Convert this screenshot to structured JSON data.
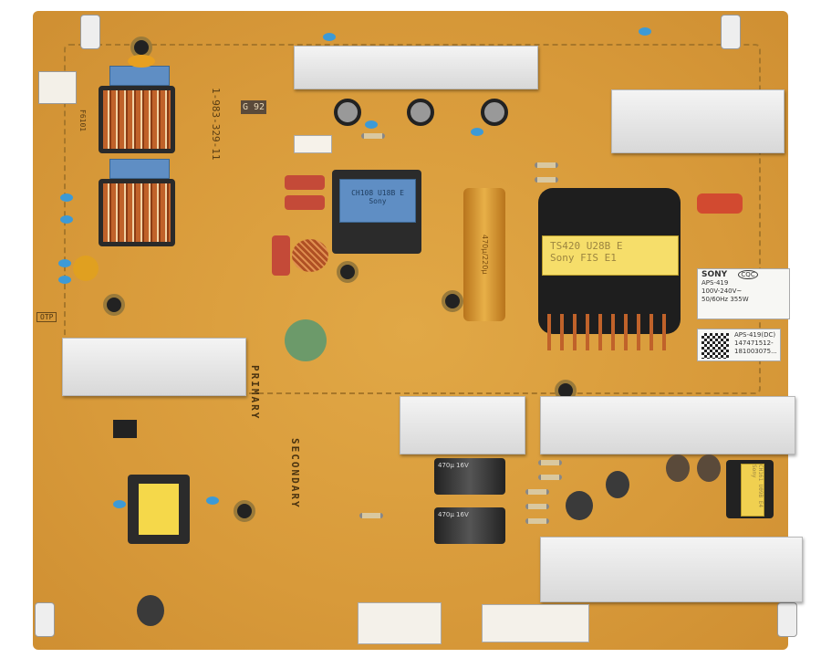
{
  "board": {
    "part_number": "1-983-329-11",
    "revision_badge": "G 92",
    "zone_primary": "PRIMARY",
    "zone_secondary": "SECONDARY",
    "otp_label": "OTP",
    "silk_bottom_left": "F6101",
    "colors": {
      "pcb": "#d89a3a",
      "heatsink": "#e8e8e8",
      "blue_component": "#5f8ec4"
    }
  },
  "rating_label": {
    "brand": "SONY",
    "model": "APS-419",
    "voltage": "100V-240V~",
    "power": "50/60Hz 355W",
    "cert": "CQC"
  },
  "serial_label": {
    "model": "APS-419(DC)",
    "serial_1": "147471512-",
    "serial_2": "181003075..."
  },
  "main_transformer": {
    "line1": "TS420 U28B E",
    "line2": "Sony  FIS E1"
  },
  "standby_transformer": {
    "line1": "CH108 U18B E",
    "line2": "Sony"
  },
  "small_transformer": {
    "line1": "CH161 U09B E4",
    "line2": "Sony"
  },
  "capacitors": {
    "bulk": "470µ/220µ",
    "output_1": "470µ 16V",
    "output_2": "470µ 16V"
  }
}
